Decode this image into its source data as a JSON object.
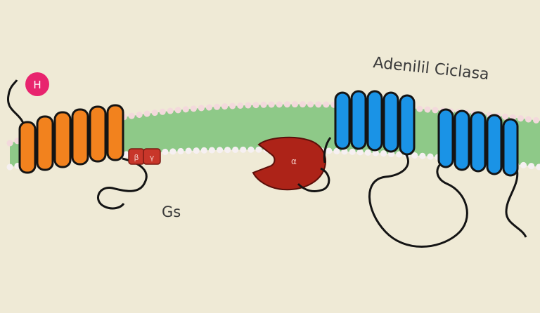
{
  "labels": {
    "hormone": "H",
    "adenylyl_cyclase": "Adenilil Ciclasa",
    "gs": "Gs",
    "alpha": "α",
    "beta": "β",
    "gamma": "γ"
  },
  "colors": {
    "background": "#efead6",
    "membrane_core": "#8ec988",
    "membrane_heads_top": "#f3d9dc",
    "membrane_heads_bottom": "#f6f0f2",
    "receptor": "#f2821e",
    "adenylyl_cyclase": "#1a93e6",
    "g_alpha": "#ad2318",
    "g_beta_gamma": "#c8362a",
    "hormone": "#e8246e",
    "outline": "#141414",
    "label_text": "#3a3a3a"
  }
}
